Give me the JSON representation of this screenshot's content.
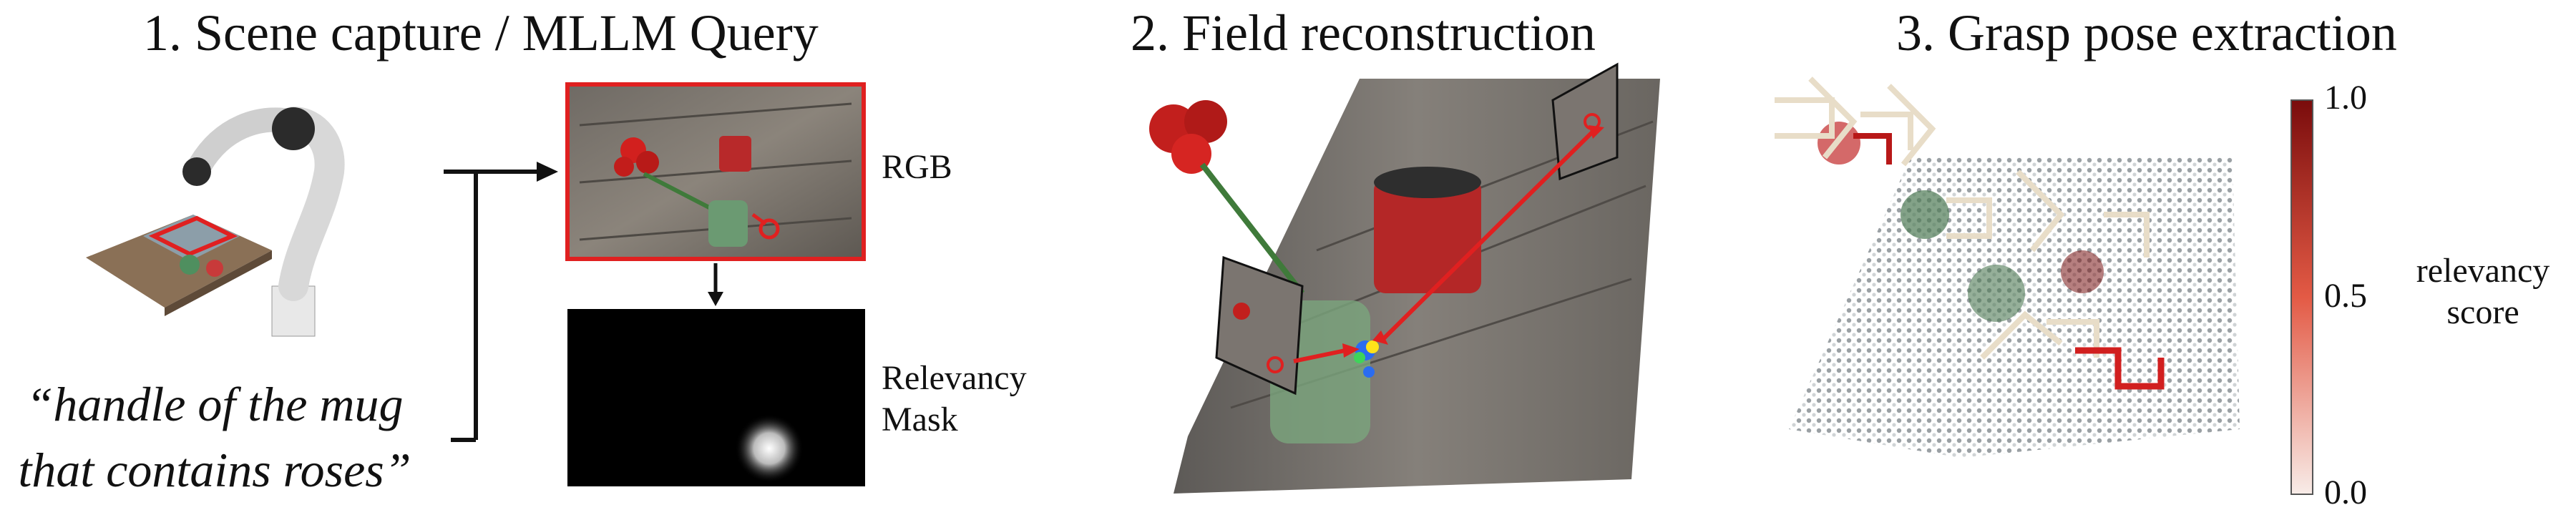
{
  "titles": {
    "scene": "1. Scene capture / MLLM Query",
    "field": "2. Field reconstruction",
    "grasp": "3. Grasp pose extraction"
  },
  "query": {
    "line1": "“handle of the mug",
    "line2": "that contains roses”"
  },
  "labels": {
    "rgb": "RGB",
    "relevancy_mask_line1": "Relevancy",
    "relevancy_mask_line2": "Mask"
  },
  "colorbar": {
    "max": "1.0",
    "mid": "0.5",
    "min": "0.0",
    "title_line1": "relevancy",
    "title_line2": "score"
  },
  "colors": {
    "accent": "#e02020",
    "colorbar_top": "#7a0c0c",
    "colorbar_mid": "#e35a45",
    "colorbar_bottom": "#f8ece8"
  }
}
